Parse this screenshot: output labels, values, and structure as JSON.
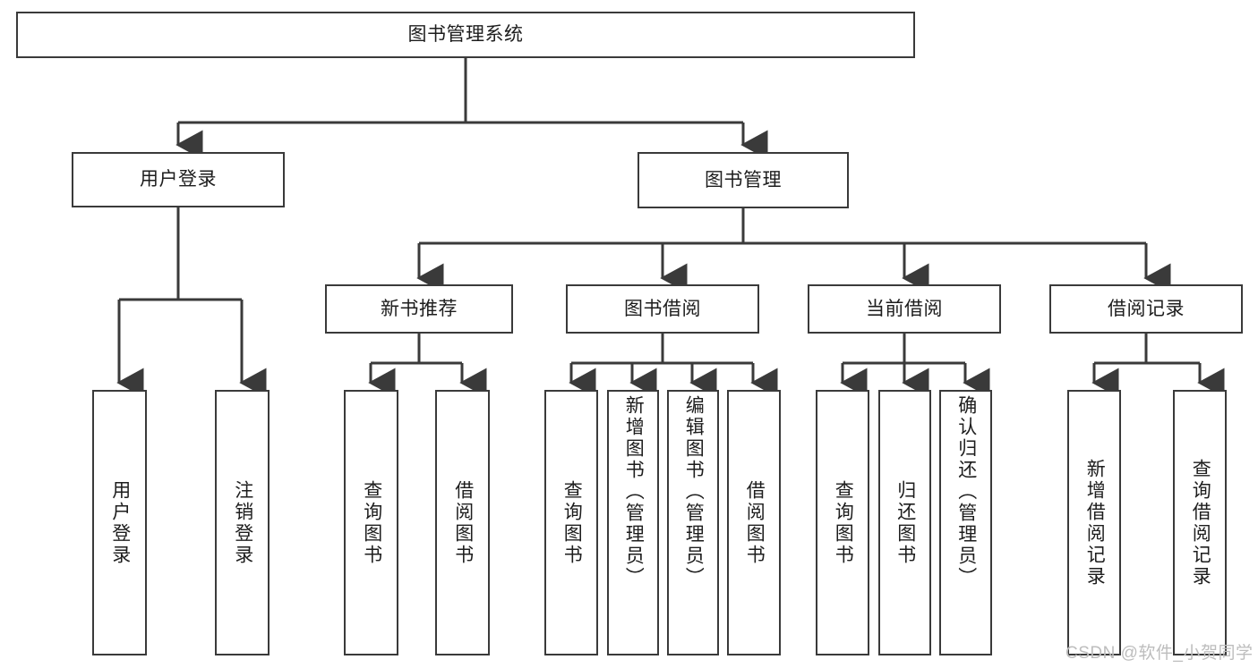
{
  "diagram": {
    "title": "图书管理系统",
    "type": "tree-hierarchy",
    "stroke_color": "#3a3a3a",
    "fill_color": "#ffffff",
    "text_color": "#1d1d1d"
  },
  "root": {
    "label": "图书管理系统"
  },
  "level2": [
    {
      "label": "用户登录"
    },
    {
      "label": "图书管理"
    }
  ],
  "level3": [
    {
      "label": "新书推荐"
    },
    {
      "label": "图书借阅"
    },
    {
      "label": "当前借阅"
    },
    {
      "label": "借阅记录"
    }
  ],
  "leaves": {
    "user_login": [
      {
        "label": "用户登录"
      },
      {
        "label": "注销登录"
      }
    ],
    "new_book": [
      {
        "label": "查询图书"
      },
      {
        "label": "借阅图书"
      }
    ],
    "book_borrow": [
      {
        "label": "查询图书"
      },
      {
        "label": "新增图书（管理员）"
      },
      {
        "label": "编辑图书（管理员）"
      },
      {
        "label": "借阅图书"
      }
    ],
    "current_borrow": [
      {
        "label": "查询图书"
      },
      {
        "label": "归还图书"
      },
      {
        "label": "确认归还（管理员）"
      }
    ],
    "borrow_record": [
      {
        "label": "新增借阅记录"
      },
      {
        "label": "查询借阅记录"
      }
    ]
  },
  "watermark": {
    "text": "CSDN @软件_小贺同学"
  }
}
